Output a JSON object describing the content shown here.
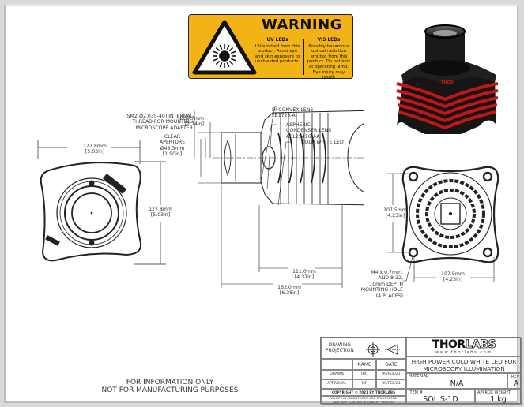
{
  "warning_label": {
    "title": "WARNING",
    "uv_heading": "UV LEDs",
    "uv_text": "UV emitted from this product. Avoid eye and skin exposure to unshielded products.",
    "vis_heading": "VIS LEDs",
    "vis_text": "Possibly hazardous optical radiation emitted from this product. Do not look at operating lamp. Eye injury may result.",
    "icon": "radiation-hazard-icon",
    "bg_color": "#f2b316"
  },
  "front_view": {
    "width_mm": "127.8mm",
    "width_in": "[5.03in]",
    "height_mm": "127.8mm",
    "height_in": "[5.03in]"
  },
  "side_view": {
    "outer_diameter_mm": "Ø69.7mm",
    "outer_diameter_in": "[2.74in]",
    "thread_note": [
      "SM2(Ø2.035-40) INTERNAL",
      "THREAD FOR MOUNTING",
      "MICROSCOPE ADAPTER"
    ],
    "aperture_note": [
      "CLEAR",
      "APERTURE",
      "Ø48.3mm",
      "[1.90in]"
    ],
    "lens1": [
      "BI-CONVEX LENS",
      "LB1723-A"
    ],
    "lens2": [
      "ASPHERIC",
      "CONDENSER LENS",
      "ACL25416U-A"
    ],
    "led": "COLD WHITE LED",
    "body_length_mm": "111.0mm",
    "body_length_in": "[4.37in]",
    "total_length_mm": "162.0mm",
    "total_length_in": "[6.38in]"
  },
  "back_view": {
    "height_mm": "107.5mm",
    "height_in": "[4.23in]",
    "width_mm": "107.5mm",
    "width_in": "[4.23in]",
    "mount_note": [
      "M4 x 0.7mm,",
      "AND 8-32,",
      "10mm DEPTH",
      "MOUNTING HOLE",
      "(4 PLACES)"
    ]
  },
  "footnote": [
    "FOR INFORMATION ONLY",
    "NOT FOR MANUFACTURING PURPOSES"
  ],
  "title_block": {
    "drawing_projection": [
      "DRAWING",
      "PROJECTION"
    ],
    "col_name": "NAME",
    "col_date": "DATE",
    "drawn_label": "DRAWN",
    "drawn_name": "HIt.",
    "drawn_date": "09/FEB/21",
    "approval_label": "APPROVAL",
    "approval_name": "MF",
    "approval_date": "09/FEB/21",
    "copyright": "COPYRIGHT © 2021 BY THORLABS",
    "values_note": [
      "VALUES IN PARENTHESIS ARE CALCULATED",
      "AND MAY CONTAIN ROUNDOFF ERRORS"
    ],
    "logo_thor": "THOR",
    "logo_labs": "LABS",
    "website": "www.thorlabs.com",
    "title": [
      "HIGH POWER COLD WHITE LED FOR",
      "MICROSCOPY ILLUMINATION"
    ],
    "material_label": "MATERIAL",
    "material": "N/A",
    "rev_label": "REV",
    "rev": "A",
    "item_label": "ITEM #",
    "item": "SOLIS-1D",
    "weight_label": "APPROX WEIGHT",
    "weight": "1 kg"
  }
}
